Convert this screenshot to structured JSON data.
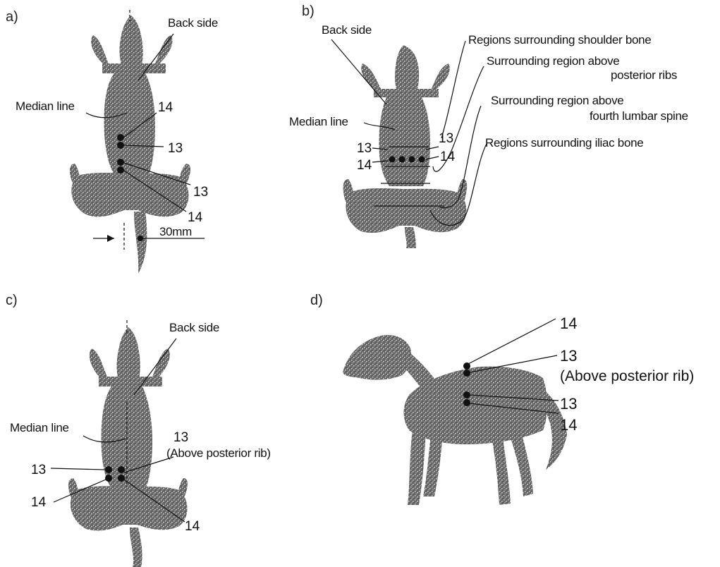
{
  "panels": {
    "a": {
      "letter": "a)",
      "back_side": "Back side",
      "median_line": "Median line",
      "mark_14_top": "14",
      "mark_13_top": "13",
      "mark_13_bottom": "13",
      "mark_14_bottom": "14",
      "dimension": "30mm"
    },
    "b": {
      "letter": "b)",
      "back_side": "Back side",
      "shoulder": "Regions surrounding shoulder bone",
      "posterior_ribs_1": "Surrounding region above",
      "posterior_ribs_2": "posterior ribs",
      "lumbar_1": "Surrounding region above",
      "lumbar_2": "fourth lumbar spine",
      "iliac": "Regions surrounding iliac bone",
      "median_line": "Median line",
      "mark_13_left": "13",
      "mark_14_left": "14",
      "mark_13_right": "13",
      "mark_14_right": "14"
    },
    "c": {
      "letter": "c)",
      "back_side": "Back side",
      "median_line": "Median line",
      "mark_13_right": "13",
      "above_rib": "(Above posterior rib)",
      "mark_13_left": "13",
      "mark_14_left": "14",
      "mark_14_right": "14"
    },
    "d": {
      "letter": "d)",
      "mark_14_top": "14",
      "mark_13_top": "13",
      "above_rib": "(Above posterior rib)",
      "mark_13_bottom": "13",
      "mark_14_bottom": "14"
    }
  },
  "colors": {
    "ink": "#111111",
    "speckle": "#5a5a5a"
  }
}
